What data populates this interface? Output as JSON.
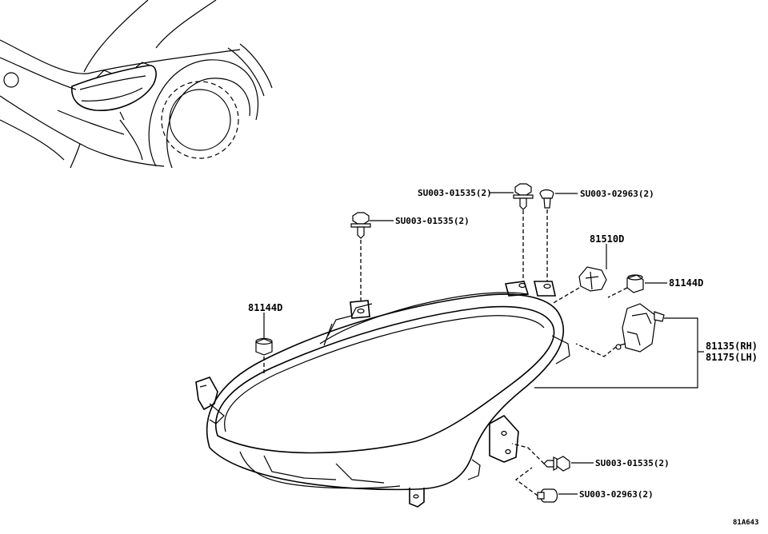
{
  "labels": {
    "bolt_top_center": "SU003-01535(2)",
    "clip_top_right": "SU003-02963(2)",
    "bolt_top_left": "SU003-01535(2)",
    "socket": "81510D",
    "cap_right": "81144D",
    "cap_left": "81144D",
    "actuator_rh": "81135(RH)",
    "actuator_lh": "81175(LH)",
    "bolt_bottom": "SU003-01535(2)",
    "clip_bottom": "SU003-02963(2)"
  },
  "diagram_ref": "81A643"
}
